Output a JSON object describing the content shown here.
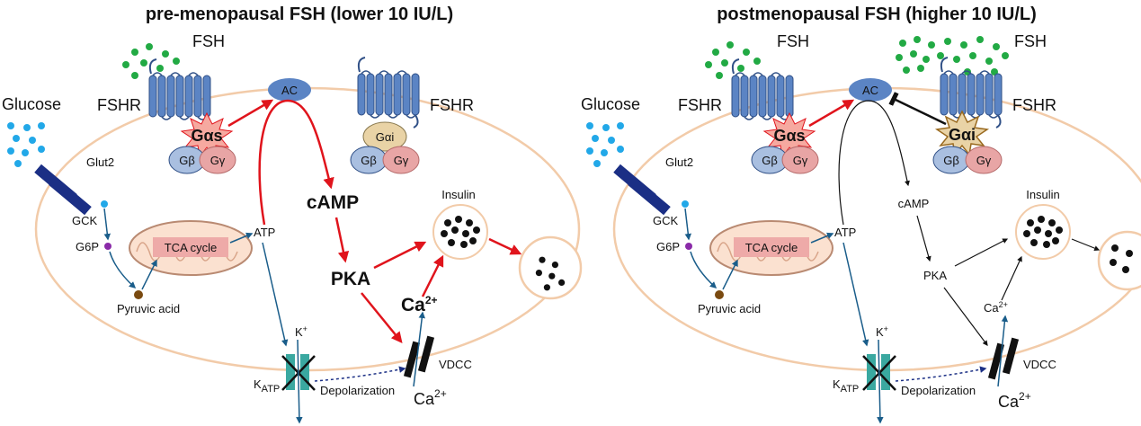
{
  "panels": [
    {
      "title": "pre-menopausal FSH (lower 10 IU/L)",
      "fsh_left": "FSH",
      "fsh_right": "",
      "fshr_left": "FSHR",
      "fshr_right": "FSHR",
      "glucose": "Glucose",
      "glut2": "Glut2",
      "gck": "GCK",
      "g6p": "G6P",
      "pyruvic": "Pyruvic acid",
      "tca": "TCA cycle",
      "atp": "ATP",
      "ac": "AC",
      "gas": "Gαs",
      "gai": "Gαi",
      "gb_left": "Gβ",
      "gg_left": "Gγ",
      "gb_right": "Gβ",
      "gg_right": "Gγ",
      "camp": "cAMP",
      "pka": "PKA",
      "ca_in": "Ca",
      "ca_in_sup": "2+",
      "ca_out": "Ca",
      "ca_out_sup": "2+",
      "insulin": "Insulin",
      "k": "K",
      "k_sup": "+",
      "katp": "K",
      "katp_sub": "ATP",
      "depol": "Depolarization",
      "vdcc": "VDCC"
    },
    {
      "title": "postmenopausal FSH (higher 10 IU/L)",
      "fsh_left": "FSH",
      "fsh_right": "FSH",
      "fshr_left": "FSHR",
      "fshr_right": "FSHR",
      "glucose": "Glucose",
      "glut2": "Glut2",
      "gck": "GCK",
      "g6p": "G6P",
      "pyruvic": "Pyruvic acid",
      "tca": "TCA cycle",
      "atp": "ATP",
      "ac": "AC",
      "gas": "Gαs",
      "gai": "Gαi",
      "gb_left": "Gβ",
      "gg_left": "Gγ",
      "gb_right": "Gβ",
      "gg_right": "Gγ",
      "camp": "cAMP",
      "pka": "PKA",
      "ca_in": "Ca",
      "ca_in_sup": "2+",
      "ca_out": "Ca",
      "ca_out_sup": "2+",
      "insulin": "Insulin",
      "k": "K",
      "k_sup": "+",
      "katp": "K",
      "katp_sub": "ATP",
      "depol": "Depolarization",
      "vdcc": "VDCC"
    }
  ],
  "colors": {
    "cell_outline": "#f2cba9",
    "receptor": "#5b84c4",
    "receptor_stroke": "#2f4f86",
    "g_alpha_s_star": "#f6a9a0",
    "g_alpha_i_star": "#e9d3a6",
    "g_beta": "#a9bfe0",
    "g_gamma": "#e8a5a5",
    "ac": "#5b84c4",
    "fsh_dot": "#22aa44",
    "glucose_dot": "#22a8e8",
    "transporter": "#1b2f85",
    "mito_fill": "#fbe1d0",
    "mito_stroke": "#b98a72",
    "tca_box": "#eeaaa8",
    "arrow_red": "#e0141c",
    "arrow_blue": "#1a5d8a",
    "katp_channel": "#3aa8a0",
    "g6p_dot": "#8a2aa8",
    "pyruvic_dot": "#7a4a10"
  }
}
